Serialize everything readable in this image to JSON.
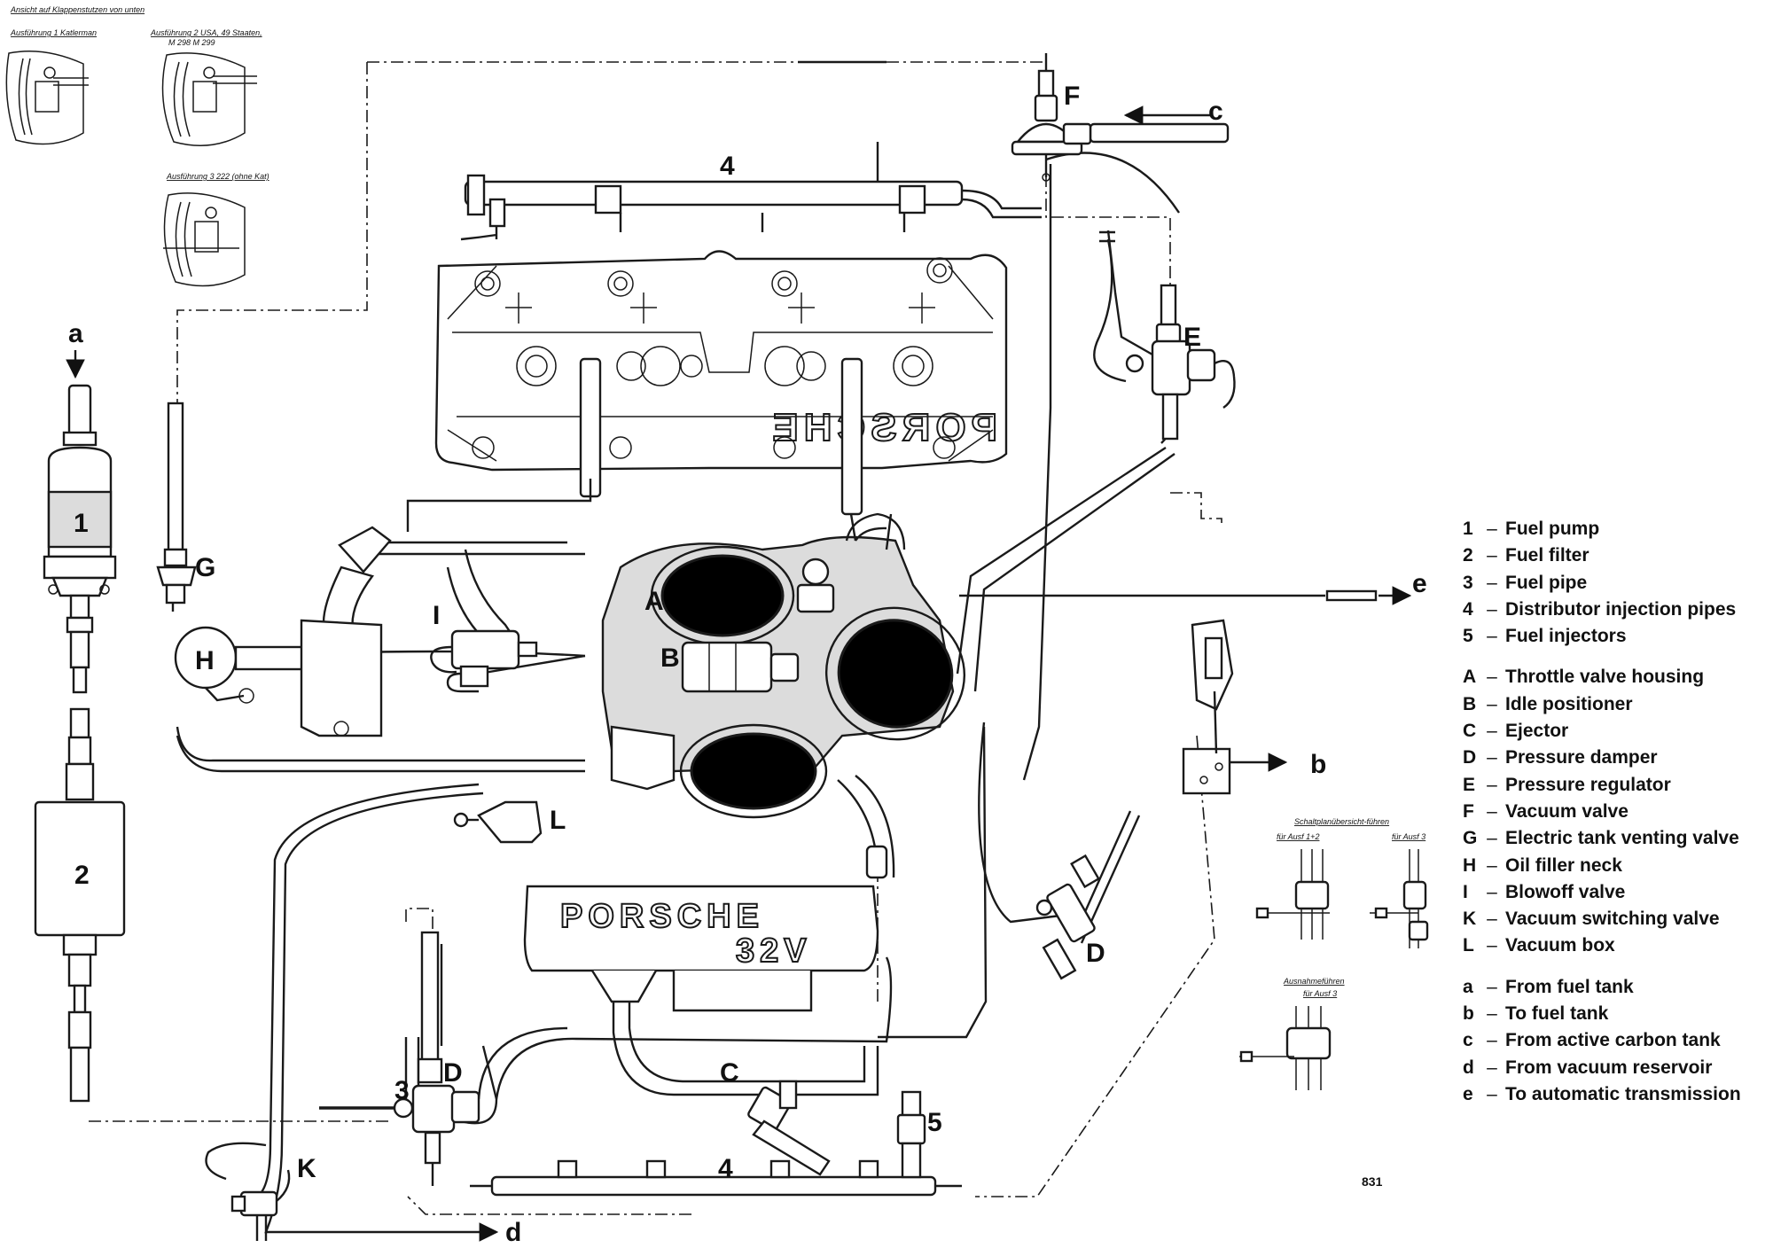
{
  "header": {
    "title": "Ansicht auf Klappenstutzen von unten",
    "variant_1": "Ausführung 1 Katlerman",
    "variant_2": "Ausführung 2 USA, 49 Staaten, M 298 M 299",
    "variant_3": "Ausführung 3 222 (ohne Kat)"
  },
  "callouts": {
    "a": "a",
    "b": "b",
    "c": "c",
    "d": "d",
    "e": "e",
    "n1": "1",
    "n2": "2",
    "n3": "3",
    "n4_top": "4",
    "n4_bottom": "4",
    "n5": "5",
    "A": "A",
    "B": "B",
    "C": "C",
    "D_right": "D",
    "D_left": "D",
    "E": "E",
    "F": "F",
    "G": "G",
    "H": "H",
    "I": "I",
    "K": "K",
    "L": "L"
  },
  "engine_markings": {
    "top_cover": "PORSCHE",
    "bottom_cover_line1": "PORSCHE",
    "bottom_cover_line2": "32V"
  },
  "inset": {
    "title": "Schaltplanübersicht-führen",
    "left_label": "für Ausf 1+2",
    "right_label": "für Ausf 3",
    "bottom_title": "Ausnahmeführen",
    "bottom_label": "für Ausf 3"
  },
  "page_number": "831",
  "legend": {
    "numbered": [
      {
        "key": "1",
        "text": "Fuel pump"
      },
      {
        "key": "2",
        "text": "Fuel filter"
      },
      {
        "key": "3",
        "text": "Fuel pipe"
      },
      {
        "key": "4",
        "text": "Distributor injection pipes"
      },
      {
        "key": "5",
        "text": "Fuel injectors"
      }
    ],
    "components": [
      {
        "key": "A",
        "text": "Throttle valve housing"
      },
      {
        "key": "B",
        "text": "Idle positioner"
      },
      {
        "key": "C",
        "text": "Ejector"
      },
      {
        "key": "D",
        "text": "Pressure damper"
      },
      {
        "key": "E",
        "text": "Pressure regulator"
      },
      {
        "key": "F",
        "text": "Vacuum valve"
      },
      {
        "key": "G",
        "text": "Electric tank venting valve"
      },
      {
        "key": "H",
        "text": "Oil filler neck"
      },
      {
        "key": "I",
        "text": "Blowoff valve"
      },
      {
        "key": "K",
        "text": "Vacuum switching valve"
      },
      {
        "key": "L",
        "text": "Vacuum box"
      }
    ],
    "connections": [
      {
        "key": "a",
        "text": "From fuel tank"
      },
      {
        "key": "b",
        "text": "To fuel tank"
      },
      {
        "key": "c",
        "text": "From active carbon tank"
      },
      {
        "key": "d",
        "text": "From vacuum reservoir"
      },
      {
        "key": "e",
        "text": "To automatic transmission"
      }
    ],
    "separator": "–"
  }
}
